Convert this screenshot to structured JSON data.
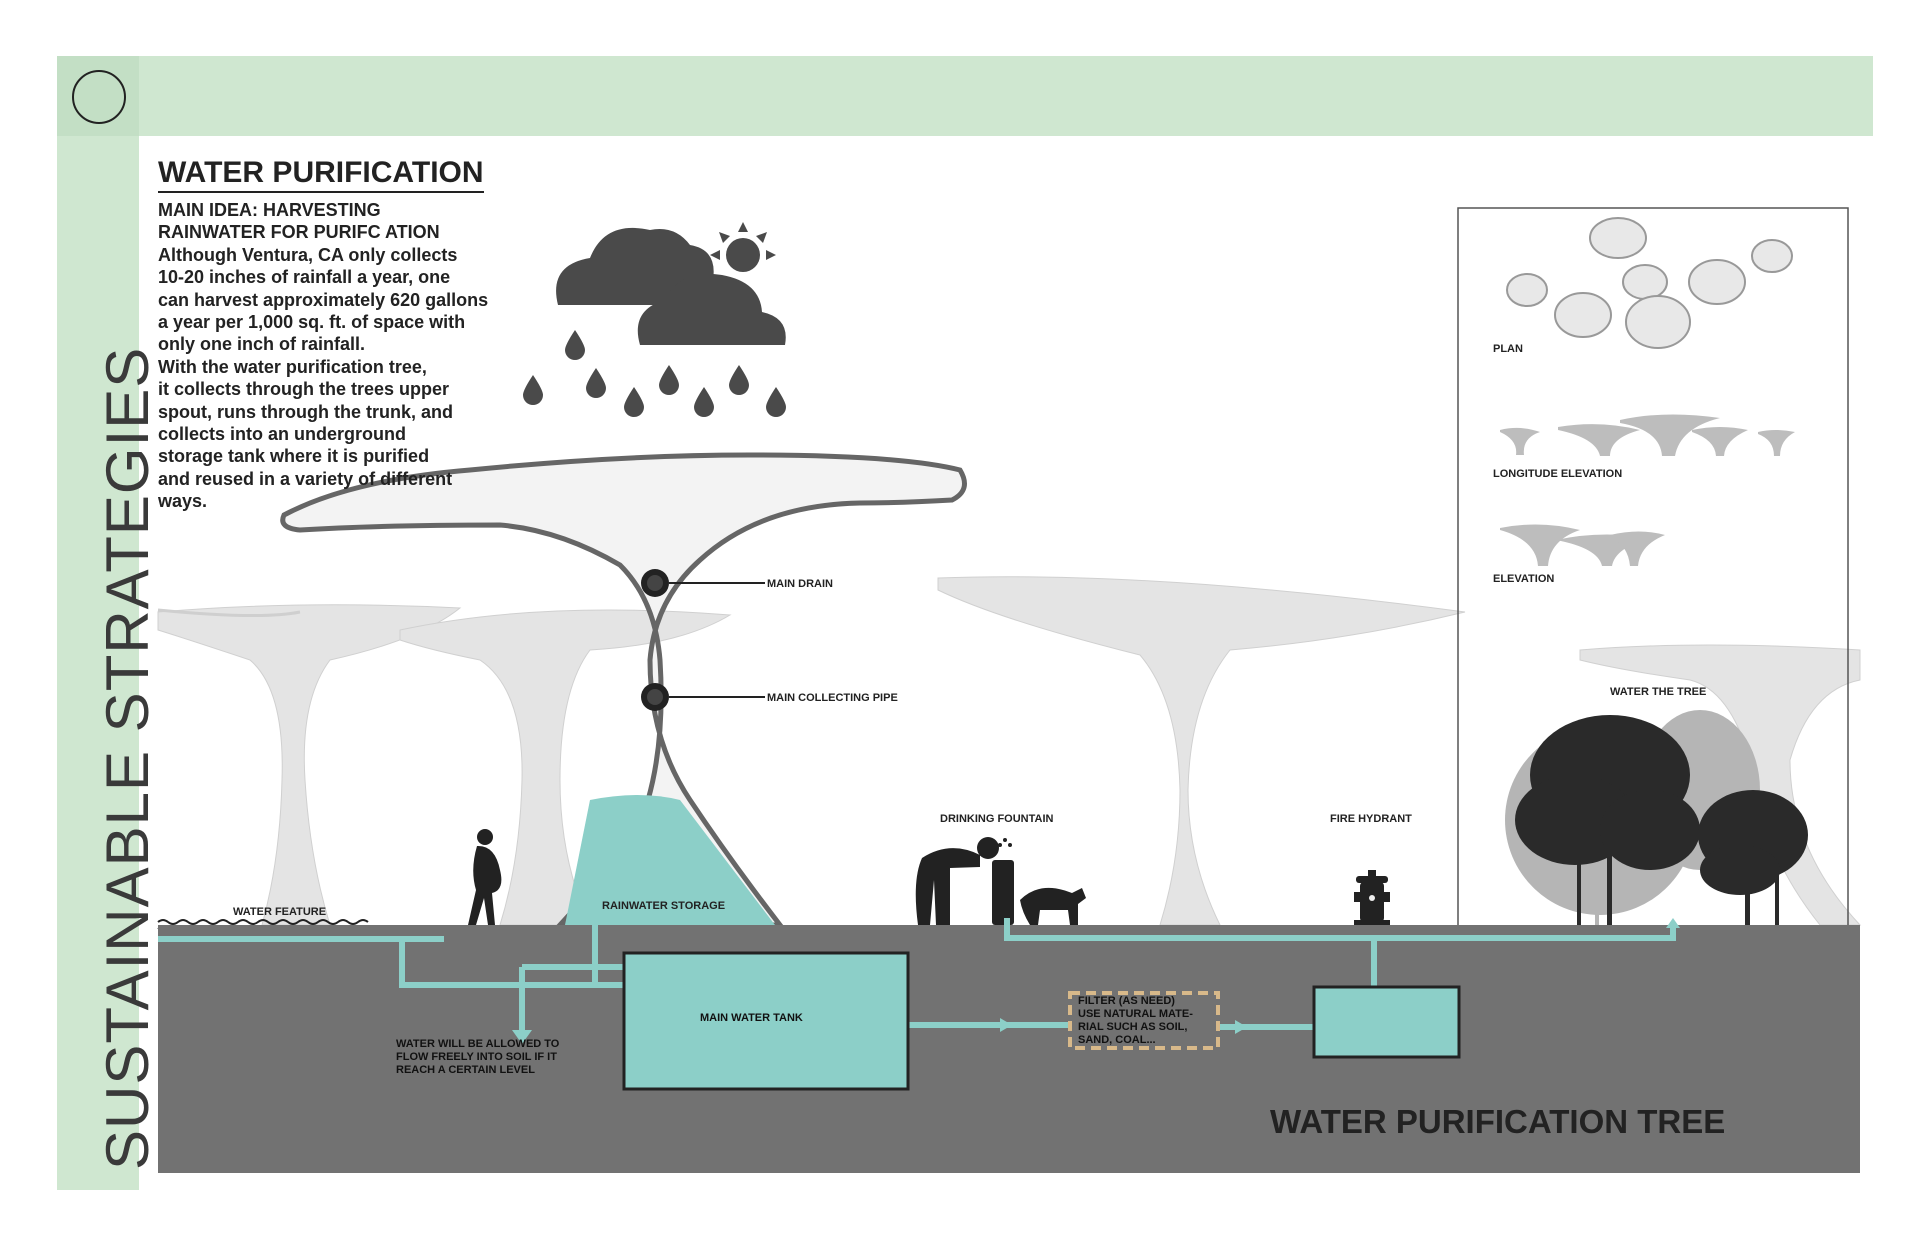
{
  "side_title": "SUSTAINABLE STRATEGIES",
  "heading": "WATER PURIFICATION",
  "main_idea": [
    "MAIN IDEA: HARVESTING",
    "RAINWATER FOR PURIFC ATION"
  ],
  "paragraph_1": [
    "Although Ventura, CA only collects",
    "10-20 inches of rainfall a year, one",
    "can harvest approximately 620 gallons",
    "a year per 1,000 sq. ft. of space with",
    "only one inch of rainfall."
  ],
  "paragraph_2": [
    "With the water purification tree,",
    "it collects through the trees upper",
    "spout, runs through the trunk, and",
    "collects into an underground",
    "storage tank where it is purified",
    "and reused in a variety of different",
    "ways."
  ],
  "labels": {
    "main_drain": "MAIN DRAIN",
    "main_collecting_pipe": "MAIN COLLECTING PIPE",
    "rainwater_storage": "RAINWATER STORAGE",
    "water_feature": "WATER FEATURE",
    "drinking_fountain": "DRINKING FOUNTAIN",
    "fire_hydrant": "FIRE HYDRANT",
    "water_the_tree": "WATER THE TREE",
    "main_water_tank": "MAIN WATER TANK",
    "overflow_note": [
      "WATER WILL BE ALLOWED TO",
      "FLOW FREELY INTO SOIL IF IT",
      "REACH A CERTAIN LEVEL"
    ],
    "filter_note": [
      "FILTER (AS NEED)",
      "USE NATURAL MATE-",
      "RIAL SUCH AS SOIL,",
      "SAND, COAL..."
    ],
    "plan": "PLAN",
    "longitude_elevation": "LONGITUDE ELEVATION",
    "elevation": "ELEVATION"
  },
  "big_title": "WATER PURIFICATION TREE",
  "colors": {
    "band_green": "#cfe7d0",
    "water_teal": "#8ccfc8",
    "ground_grey": "#727272",
    "filter_tan": "#d8b98a"
  }
}
